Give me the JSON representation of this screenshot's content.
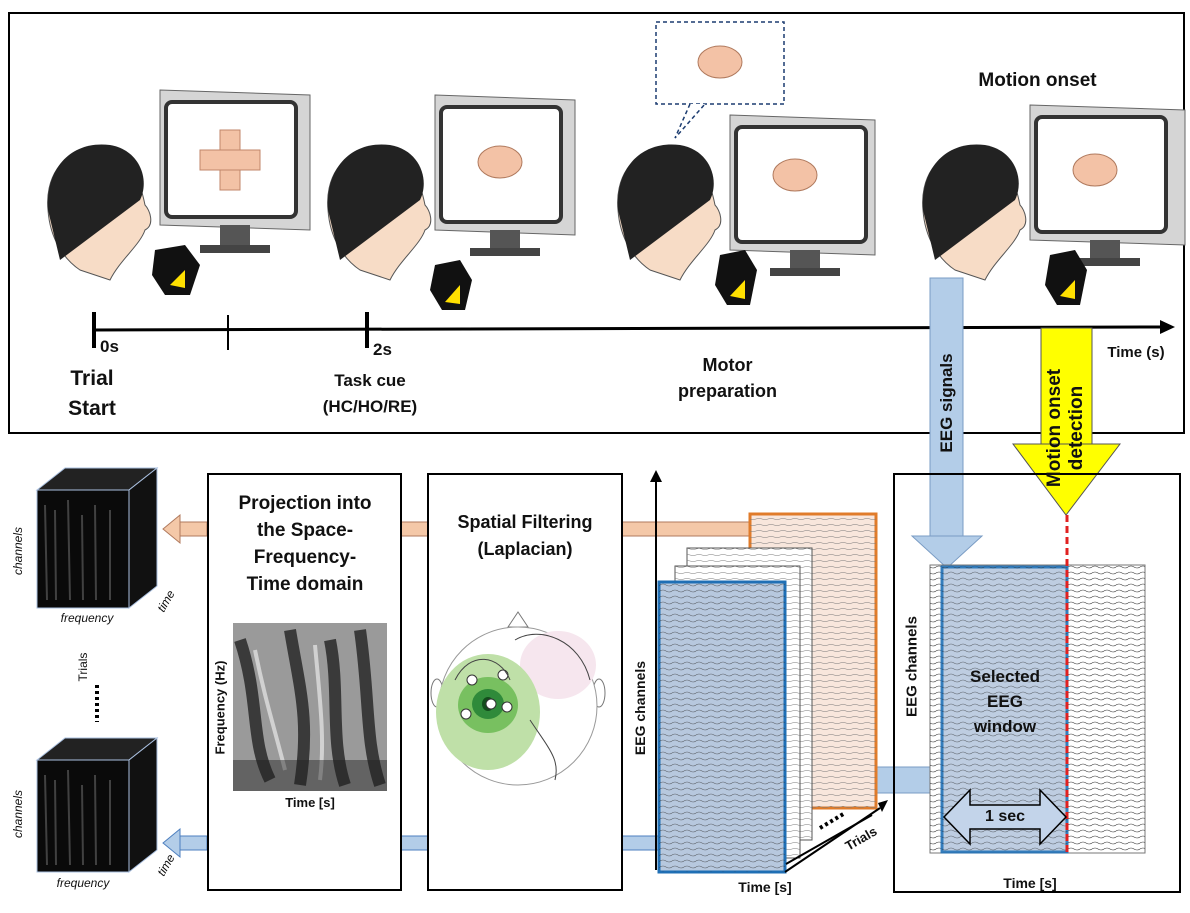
{
  "timeline": {
    "t0_label": "0s",
    "trial_start_label": "Trial\nStart",
    "t2_label": "2s",
    "task_cue_label": "Task cue\n(HC/HO/RE)",
    "motor_prep_label": "Motor\npreparation",
    "motion_onset_label": "Motion onset",
    "time_axis_label": "Time (s)"
  },
  "arrows": {
    "eeg_signals_label": "EEG signals",
    "motion_onset_detection_label": "Motion onset\ndetection"
  },
  "panels": {
    "projection": {
      "title": "Projection into\nthe Space-\nFrequency-\nTime domain",
      "ylabel": "Frequency (Hz)",
      "xlabel": "Time [s]"
    },
    "spatial": {
      "title": "Spatial Filtering\n(Laplacian)"
    },
    "stack": {
      "ylabel": "EEG channels",
      "xlabel": "Time [s]",
      "trials_label": "Trials"
    },
    "selected": {
      "ylabel": "EEG channels",
      "window_label": "Selected\nEEG\nwindow",
      "duration_label": "1 sec",
      "xlabel": "Time [s]"
    },
    "cubes": {
      "channels_label": "channels",
      "frequency_label": "frequency",
      "time_label": "time",
      "trials_label": "Trials"
    }
  },
  "colors": {
    "eeg_blue": "#1f6fb5",
    "eeg_fill": "#b7c8de",
    "arrow_blue": "#b3cde8",
    "onset_yellow": "#ffff00",
    "onset_red": "#e02020",
    "orange": "#e07b2a"
  }
}
